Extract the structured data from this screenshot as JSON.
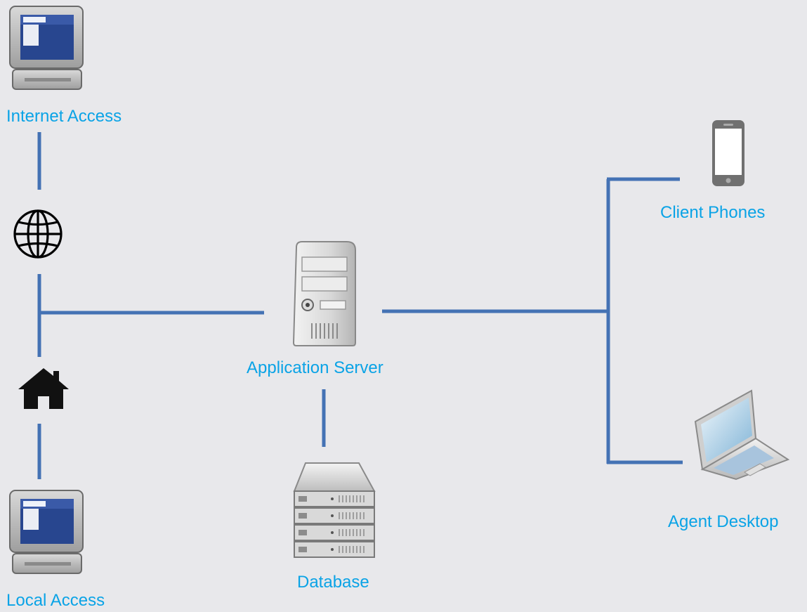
{
  "diagram": {
    "line_color": "#4472b4",
    "label_color": "#0aa3e6",
    "background": "#e8e8eb",
    "nodes": {
      "internet_access": {
        "label": "Internet Access",
        "icon": "desktop-computer-icon"
      },
      "internet": {
        "icon": "globe-icon"
      },
      "home": {
        "icon": "home-icon"
      },
      "local_access": {
        "label": "Local Access",
        "icon": "desktop-computer-icon"
      },
      "application_server": {
        "label": "Application Server",
        "icon": "tower-server-icon"
      },
      "database": {
        "label": "Database",
        "icon": "rack-server-icon"
      },
      "client_phones": {
        "label": "Client Phones",
        "icon": "smartphone-icon"
      },
      "agent_desktop": {
        "label": "Agent Desktop",
        "icon": "laptop-icon"
      }
    }
  }
}
